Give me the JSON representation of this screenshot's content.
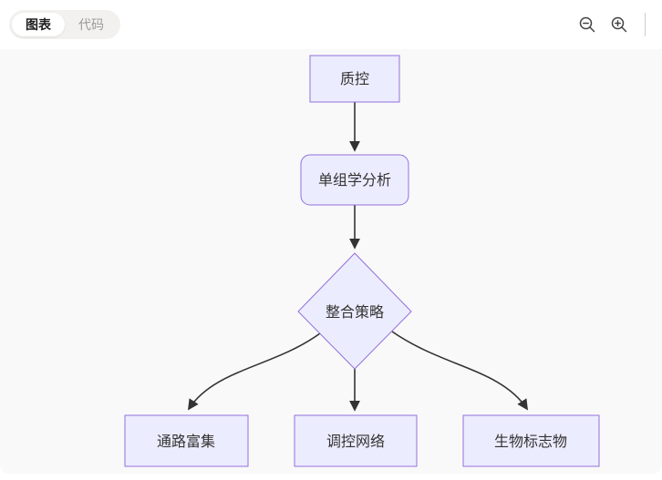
{
  "tabs": [
    {
      "label": "图表",
      "active": true
    },
    {
      "label": "代码",
      "active": false
    }
  ],
  "toolbar": {
    "zoom_out_icon": "magnifier-minus",
    "zoom_in_icon": "magnifier-plus"
  },
  "diagram": {
    "type": "flowchart",
    "direction": "top-down",
    "nodes": [
      {
        "id": "qc",
        "label": "质控",
        "shape": "rectangle"
      },
      {
        "id": "single-omics",
        "label": "单组学分析",
        "shape": "rounded-rectangle"
      },
      {
        "id": "integration",
        "label": "整合策略",
        "shape": "diamond"
      },
      {
        "id": "pathway",
        "label": "通路富集",
        "shape": "rectangle"
      },
      {
        "id": "network",
        "label": "调控网络",
        "shape": "rectangle"
      },
      {
        "id": "biomarker",
        "label": "生物标志物",
        "shape": "rectangle"
      }
    ],
    "edges": [
      {
        "from": "质控",
        "to": "单组学分析"
      },
      {
        "from": "单组学分析",
        "to": "整合策略"
      },
      {
        "from": "整合策略",
        "to": "通路富集"
      },
      {
        "from": "整合策略",
        "to": "调控网络"
      },
      {
        "from": "整合策略",
        "to": "生物标志物"
      }
    ],
    "colors": {
      "node_fill": "#ECECFF",
      "node_border": "#9370DB",
      "edge": "#333333",
      "canvas_bg": "#F9F9F9"
    }
  }
}
